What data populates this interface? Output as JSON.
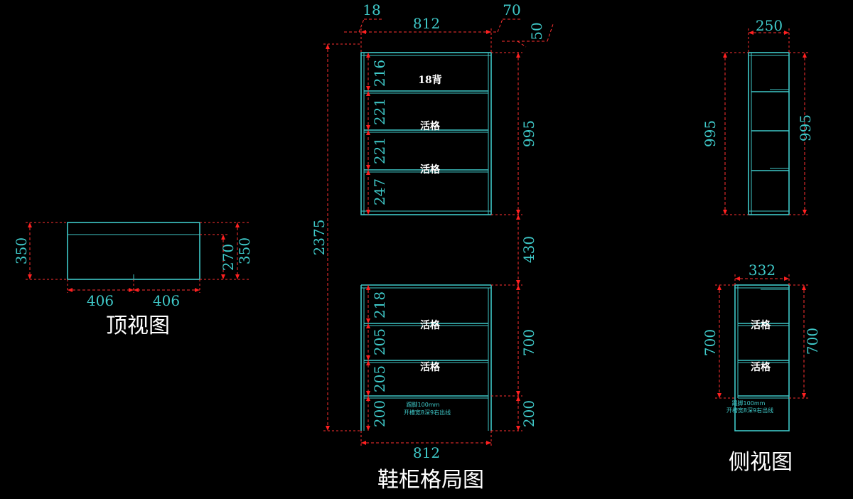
{
  "titles": {
    "top_view": "顶视图",
    "layout": "鞋柜格局图",
    "side_view": "侧视图"
  },
  "top_view": {
    "dim_left": "350",
    "dim_right_inner": "270",
    "dim_right_outer": "350",
    "dim_bottom_left": "406",
    "dim_bottom_right": "406"
  },
  "layout": {
    "dim_top_panel": "18",
    "dim_top_width": "812",
    "dim_top_right": "70",
    "dim_top_right_v": "50",
    "dim_total_height": "2375",
    "upper_rows": [
      "216",
      "221",
      "221",
      "247"
    ],
    "upper_labels": [
      "18背",
      "活格",
      "活格"
    ],
    "dim_upper_height": "995",
    "dim_gap": "430",
    "lower_rows": [
      "218",
      "205",
      "205",
      "200"
    ],
    "lower_labels": [
      "活格",
      "活格"
    ],
    "dim_lower_height": "700",
    "dim_lower_base": "200",
    "dim_bottom_width": "812",
    "note_line1": "踢脚100mm",
    "note_line2": "开槽宽8深9右出线"
  },
  "side_upper": {
    "dim_width": "250",
    "dim_left": "995",
    "dim_right": "995"
  },
  "side_lower": {
    "dim_width": "332",
    "dim_left": "700",
    "dim_right": "700",
    "labels": [
      "活格",
      "活格"
    ],
    "note_line1": "踢脚100mm",
    "note_line2": "开槽宽8深9右出线"
  },
  "colors": {
    "background": "#000000",
    "outline": "#3fc9c9",
    "dimension": "#ff3030",
    "label": "#ffffff"
  }
}
